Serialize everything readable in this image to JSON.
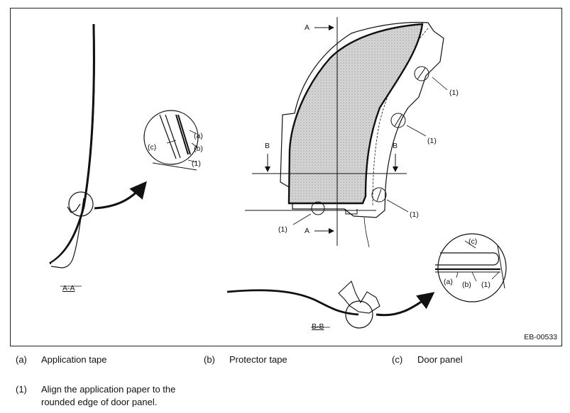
{
  "figure": {
    "code": "EB-00533",
    "section_aa": "A-A",
    "section_bb": "B-B",
    "cut_a": "A",
    "cut_b": "B",
    "callout_a": "(a)",
    "callout_b": "(b)",
    "callout_c": "(c)",
    "callout_1": "(1)"
  },
  "legend": [
    {
      "key": "(a)",
      "text": "Application tape"
    },
    {
      "key": "(b)",
      "text": "Protector tape"
    },
    {
      "key": "(c)",
      "text": "Door panel"
    }
  ],
  "note": {
    "key": "(1)",
    "text": "Align the application paper to the rounded edge of door panel."
  }
}
